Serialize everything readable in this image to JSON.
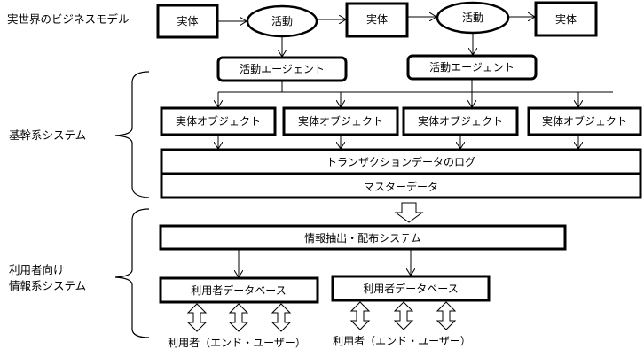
{
  "side_labels": {
    "real_world": "実世界のビジネスモデル",
    "core_system": "基幹系システム",
    "user_info_system_line1": "利用者向け",
    "user_info_system_line2": "情報系システム"
  },
  "business_model": {
    "entity1": "実体",
    "activity1": "活動",
    "entity2": "実体",
    "activity2": "活動",
    "entity3": "実体"
  },
  "agents": {
    "agent1": "活動エージェント",
    "agent2": "活動エージェント"
  },
  "objects": [
    "実体オブジェクト",
    "実体オブジェクト",
    "実体オブジェクト",
    "実体オブジェクト"
  ],
  "data_layers": {
    "transaction_log": "トランザクションデータのログ",
    "master_data": "マスターデータ"
  },
  "extraction_system": "情報抽出・配布システム",
  "user_databases": [
    "利用者データベース",
    "利用者データベース"
  ],
  "end_users": [
    "利用者（エンド・ユーザー）",
    "利用者（エンド・ユーザー）"
  ]
}
